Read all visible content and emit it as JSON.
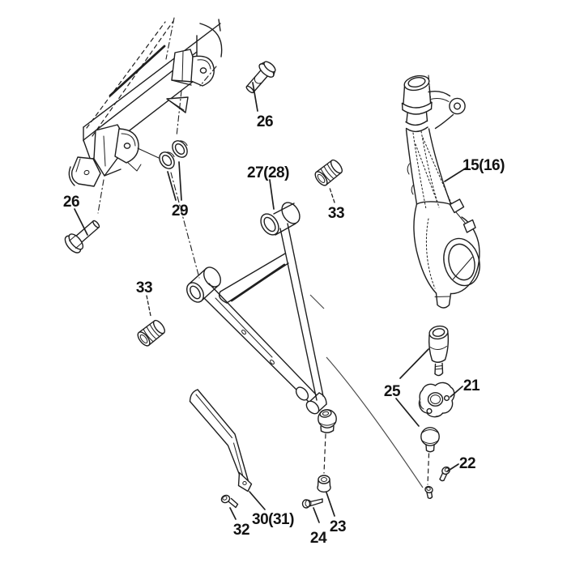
{
  "colors": {
    "ink": "#1f1f1f",
    "background": "#ffffff"
  },
  "diagram": {
    "type": "exploded-parts-line-drawing",
    "callouts": {
      "bolt_upper": "26",
      "bolt_lower": "26",
      "washers": "29",
      "a_arm": "27(28)",
      "bushing_upper": "33",
      "bushing_lower": "33",
      "knuckle": "15(16)",
      "ball_joint": "25",
      "plate": "21",
      "screw_22": "22",
      "nut_23": "23",
      "bolt_24": "24",
      "guard": "30(31)",
      "screw_32": "32"
    }
  }
}
